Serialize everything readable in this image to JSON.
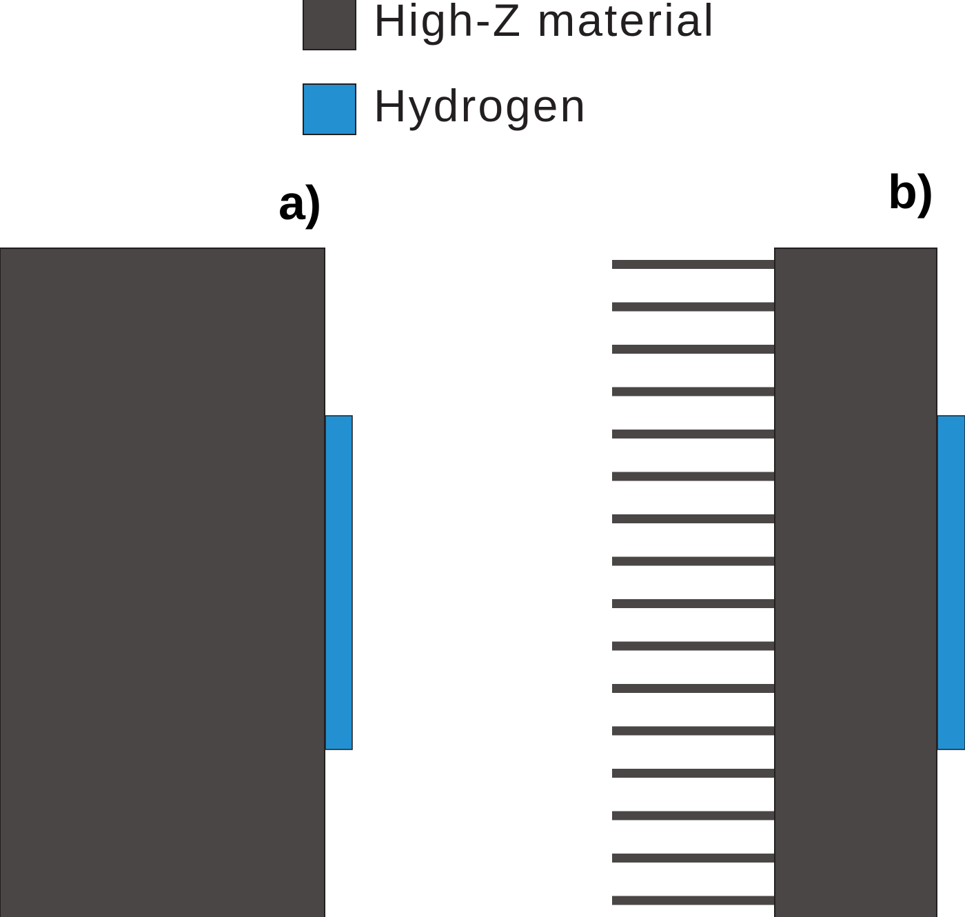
{
  "legend": {
    "items": [
      {
        "label": "High-Z material",
        "color": "#4a4645"
      },
      {
        "label": "Hydrogen",
        "color": "#2391d1"
      }
    ]
  },
  "panels": {
    "a": {
      "label": "a)"
    },
    "b": {
      "label": "b)",
      "fin_count": 16
    }
  }
}
